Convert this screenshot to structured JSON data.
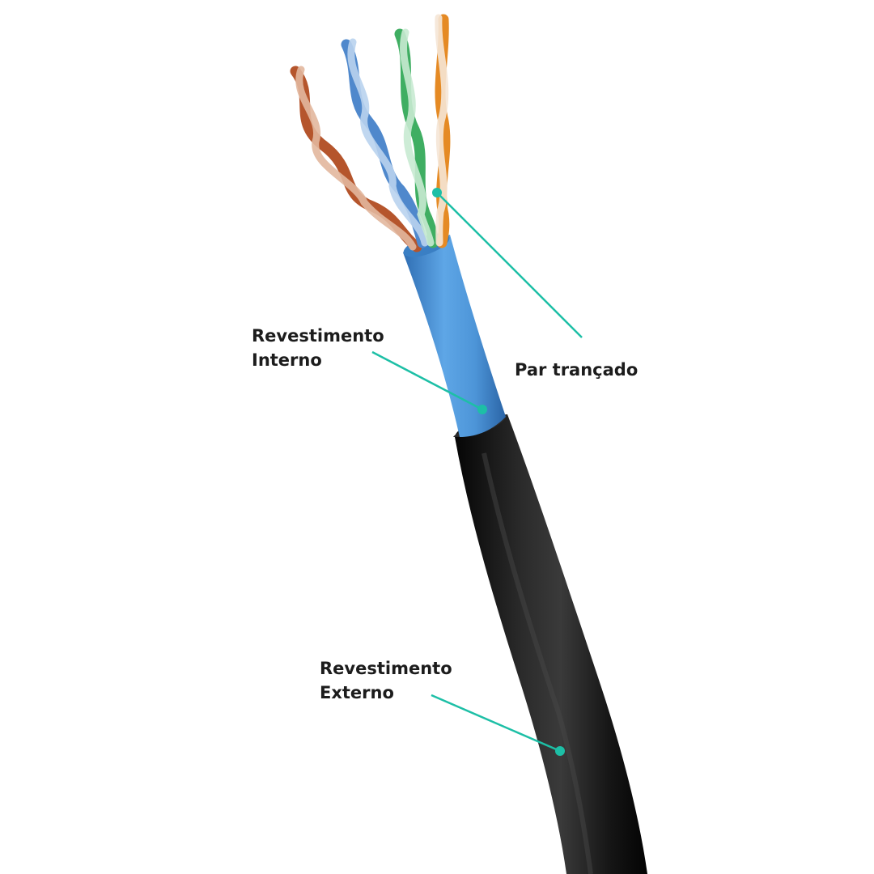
{
  "labels": {
    "revestimento_interno": {
      "line1": "Revestimento",
      "line2": "Interno"
    },
    "par_trancado": {
      "line1": "Par trançado"
    },
    "revestimento_externo": {
      "line1": "Revestimento",
      "line2": "Externo"
    }
  },
  "colors": {
    "callout": "#1dbfa6",
    "outer_jacket": "#151515",
    "inner_jacket": "#4d95d8",
    "pair_brown": "#b5552c",
    "pair_blue": "#4f88cc",
    "pair_green": "#3fae62",
    "pair_orange": "#e58a24",
    "label_text": "#1c1c1c"
  }
}
